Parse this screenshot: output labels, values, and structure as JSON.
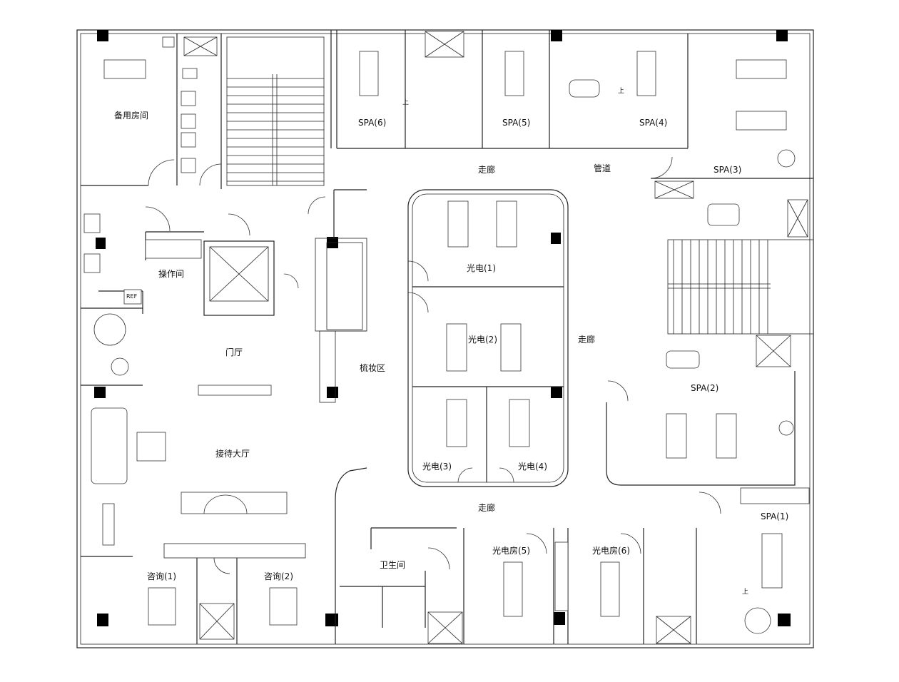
{
  "labels": {
    "spare_room": "备用房间",
    "operation_room": "操作间",
    "foyer": "门厅",
    "reception_hall": "接待大厅",
    "consult_1": "咨询(1)",
    "consult_2": "咨询(2)",
    "makeup_area": "梳妆区",
    "restroom": "卫生间",
    "corridor_top": "走廊",
    "pipe_duct": "管道",
    "corridor_right": "走廊",
    "corridor_bottom": "走廊",
    "spa_1": "SPA(1)",
    "spa_2": "SPA(2)",
    "spa_3": "SPA(3)",
    "spa_4": "SPA(4)",
    "spa_5": "SPA(5)",
    "spa_6": "SPA(6)",
    "photo_1": "光电(1)",
    "photo_2": "光电(2)",
    "photo_3": "光电(3)",
    "photo_4": "光电(4)",
    "photo_room_5": "光电房(5)",
    "photo_room_6": "光电房(6)",
    "fridge": "REF",
    "up_1": "上",
    "up_2": "上",
    "up_3": "上"
  }
}
